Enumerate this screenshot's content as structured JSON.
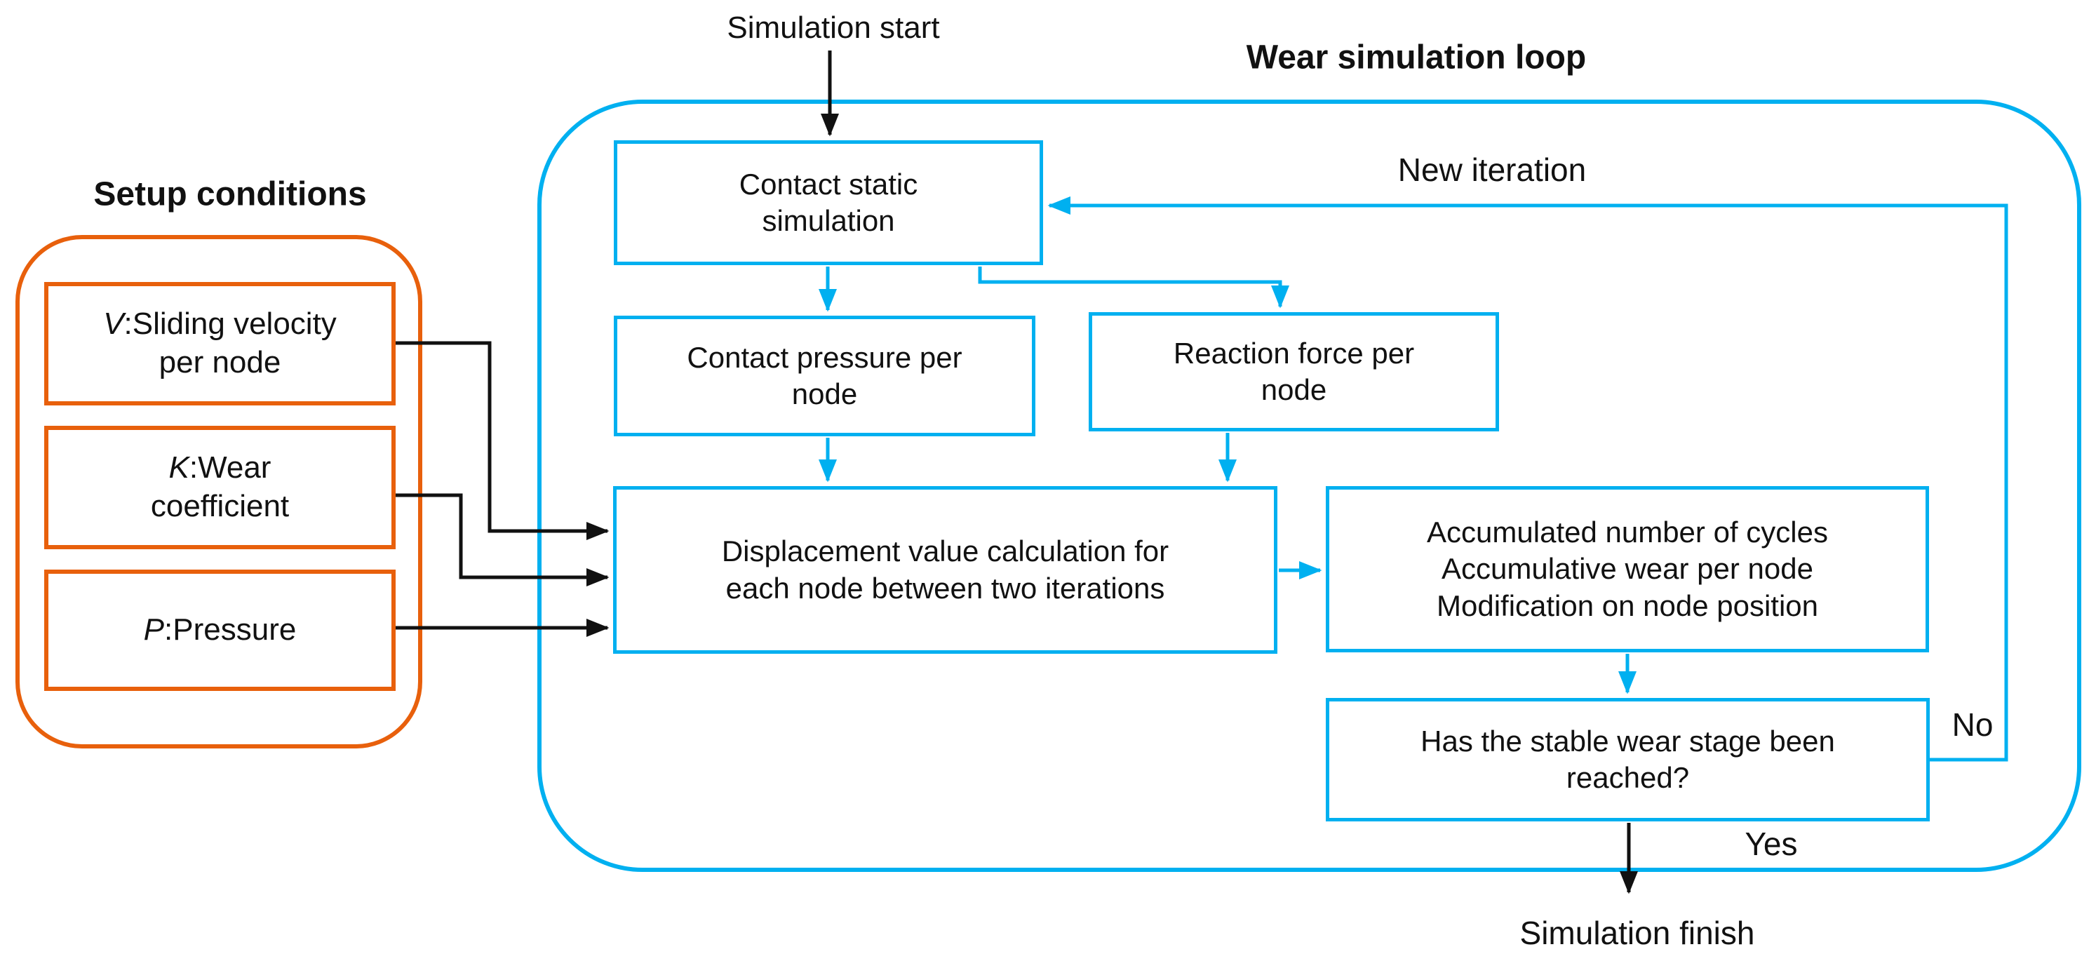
{
  "colors": {
    "accent_cyan": "#00B0F0",
    "accent_orange": "#E8600C",
    "line_black": "#111111"
  },
  "titles": {
    "setup": "Setup conditions",
    "loop": "Wear simulation loop"
  },
  "labels": {
    "start": "Simulation start",
    "new_iteration": "New iteration",
    "no": "No",
    "yes": "Yes",
    "finish": "Simulation finish"
  },
  "setup_boxes": [
    {
      "symbol": "V",
      "line1": ":Sliding velocity",
      "line2": "per node"
    },
    {
      "symbol": "K",
      "line1": ":Wear",
      "line2": "coefficient"
    },
    {
      "symbol": "P",
      "line1": ":Pressure",
      "line2": ""
    }
  ],
  "loop_boxes": {
    "contact_static": {
      "line1": "Contact static",
      "line2": "simulation"
    },
    "contact_pressure": {
      "line1": "Contact pressure per",
      "line2": "node"
    },
    "reaction_force": {
      "line1": "Reaction force per",
      "line2": "node"
    },
    "displacement": {
      "line1": "Displacement value calculation for",
      "line2": "each node between two iterations"
    },
    "accumulated": {
      "line1": "Accumulated number of cycles",
      "line2": "Accumulative wear per node",
      "line3": "Modification on node position"
    },
    "stable_check": {
      "line1": "Has the stable wear stage been",
      "line2": "reached?"
    }
  }
}
